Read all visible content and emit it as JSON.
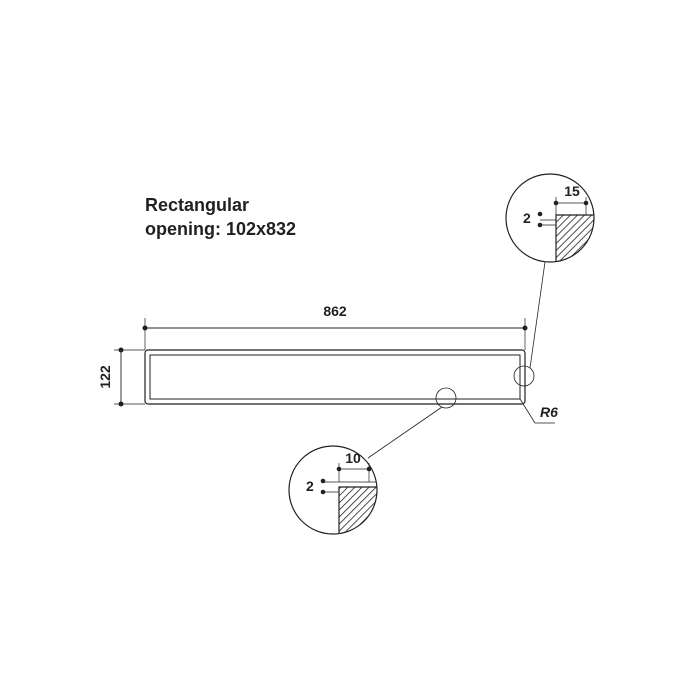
{
  "note": {
    "line1": "Rectangular",
    "line2": "opening: 102x832"
  },
  "dimensions": {
    "length": "862",
    "height": "122",
    "corner_radius": "R6",
    "detail_top": {
      "width": "15",
      "depth": "2"
    },
    "detail_bottom": {
      "width": "10",
      "depth": "2"
    }
  },
  "colors": {
    "line": "#231f20",
    "background": "#ffffff"
  }
}
